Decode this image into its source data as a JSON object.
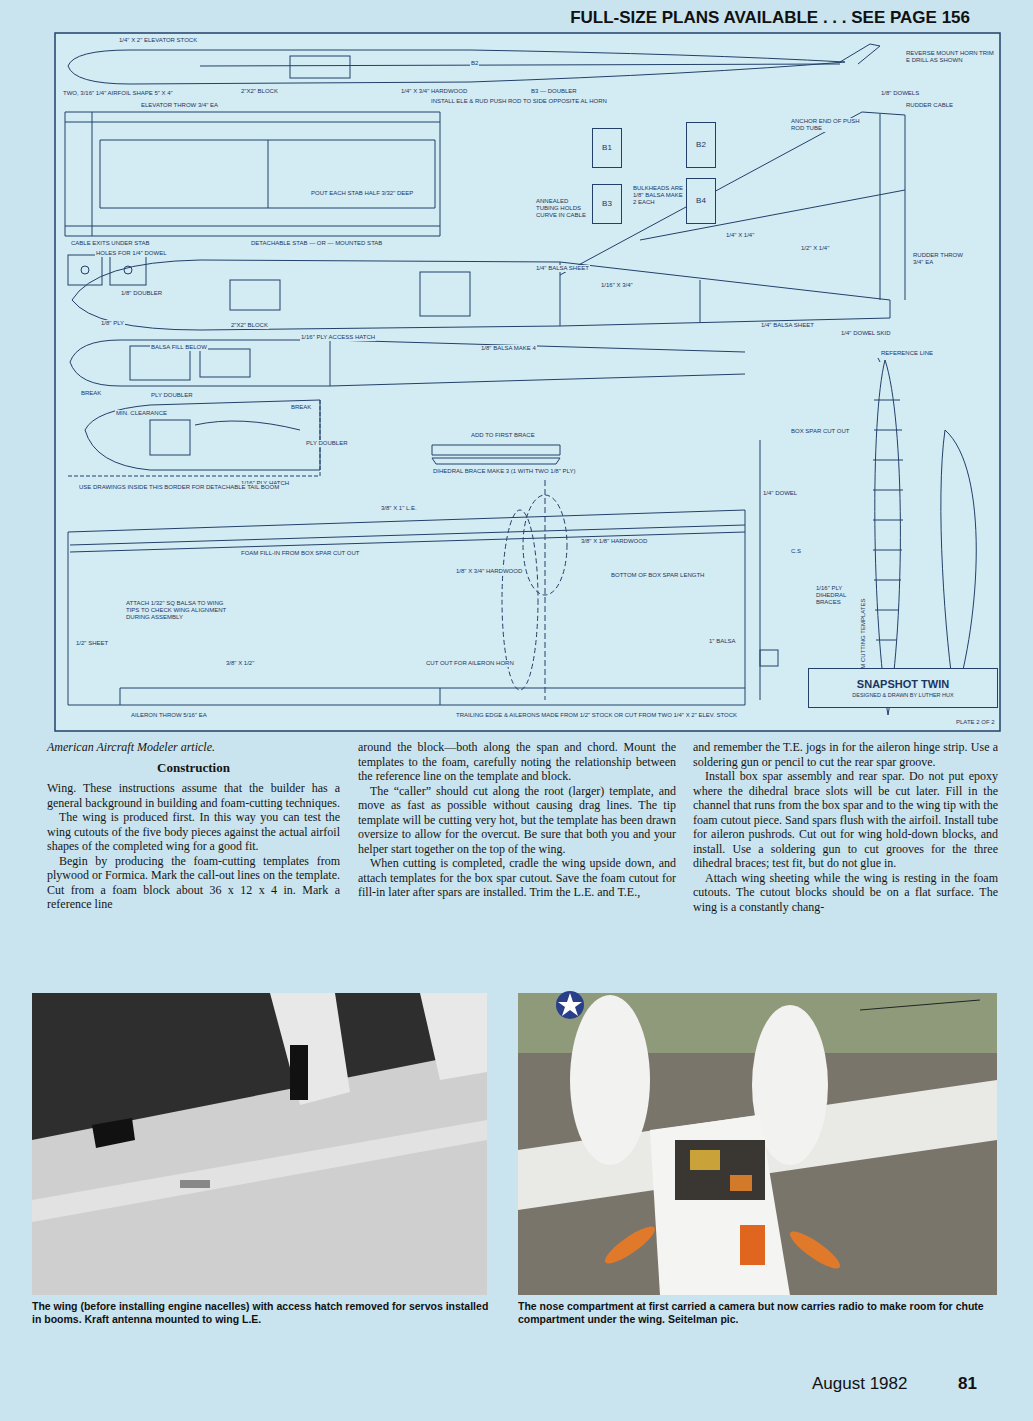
{
  "diagram": {
    "title": "FULL-SIZE PLANS AVAILABLE . . . SEE PAGE 156",
    "nodes": [
      {
        "text": [
          "SNAPSHOT TWIN",
          "DESIGNED & DRAWN BY LUTHER HUX"
        ]
      },
      {
        "text": [
          "B1"
        ]
      },
      {
        "text": [
          "B2"
        ]
      },
      {
        "text": [
          "B3"
        ]
      },
      {
        "text": [
          "B4"
        ]
      }
    ],
    "labels": [
      "1/4\" X 2\" ELEVATOR STOCK",
      "TWO, 3/16\" 1/4\" AIRFOIL SHAPE 5\" X 4\"",
      "2\"X2\" BLOCK",
      "1/4\" X 3/4\" HARDWOOD",
      "B2",
      "B3 — DOUBLER",
      "INSTALL ELE & RUD PUSH ROD TO SIDE OPPOSITE AL HORN",
      "REVERSE MOUNT HORN TRIM E DRILL AS SHOWN",
      "1/8\" DOWELS",
      "RUDDER CABLE",
      "ELEVATOR THROW 3/4\" EA",
      "ANCHOR END OF PUSH ROD TUBE",
      "POUT EACH STAB HALF 3/32\" DEEP",
      "BULKHEADS ARE 1/8\" BALSA MAKE 2 EACH",
      "ANNEALED TUBING HOLDS CURVE IN CABLE",
      "1/4\" X 1/4\"",
      "CABLE EXITS UNDER STAB",
      "DETACHABLE STAB — OR — MOUNTED STAB",
      "1/2\" X 1/4\"",
      "RUDDER THROW 3/4\" EA",
      "HOLES FOR 1/4\" DOWEL",
      "1/8\" DOUBLER",
      "1/4\" BALSA SHEET",
      "1/16\" X 3/4\"",
      "1/8\" PLY",
      "2\"X2\" BLOCK",
      "1/16\" PLY ACCESS HATCH",
      "1/4\" BALSA SHEET",
      "1/4\" DOWEL SKID",
      "BALSA FILL BELOW",
      "1/8\" BALSA MAKE 4",
      "REFERENCE LINE",
      "BREAK",
      "PLY DOUBLER",
      "MIN. CLEARANCE",
      "BREAK",
      "PLY DOUBLER",
      "1/16\" PLY HATCH",
      "USE DRAWINGS INSIDE THIS BORDER FOR DETACHABLE TAIL BOOM",
      "ADD TO FIRST BRACE",
      "DIHEDRAL BRACE MAKE 3 (1 WITH TWO 1/8\" PLY)",
      "BOX SPAR CUT OUT",
      "3/8\" X 1\" L.E.",
      "1/4\" DOWEL",
      "FOAM FILL-IN FROM BOX SPAR CUT OUT",
      "1/8\" X 3/4\" HARDWOOD",
      "3/8\" X 1/8\" HARDWOOD",
      "BOTTOM OF BOX SPAR LENGTH",
      "C.S",
      "ATTACH 1/32\" SQ BALSA TO WING TIPS TO CHECK WING ALIGNMENT DURING ASSEMBLY",
      "1/16\" PLY DIHEDRAL BRACES",
      "WING FOAM CUTTING TEMPLATES",
      "1/2\" SHEET",
      "1\" BALSA",
      "3/8\" X 1/2\"",
      "CUT OUT FOR AILERON HORN",
      "AILERON THROW 5/16\" EA",
      "TRAILING EDGE & AILERONS MADE FROM 1/2\" STOCK OR CUT FROM TWO 1/4\" X 2\" ELEV. STOCK",
      "PLATE 2 OF 2",
      "American Aircraft Modeler article.",
      "Construction",
      "Wing. These instructions assume that the builder has a general background in building and foam-cutting techniques.",
      "The wing is produced first. In this way you can test the wing cutouts of the five body pieces against the actual airfoil shapes of the completed wing for a good fit.",
      "Begin by producing the foam-cutting templates from plywood or Formica. Mark the call-out lines on the template. Cut from a foam block about 36 x 12 x 4 in. Mark a reference line",
      "around the block—both along the span and chord. Mount the templates to the foam, carefully noting the relationship between the reference line on the template and block.",
      "The “caller” should cut along the root (larger) template, and move as fast as possible without causing drag lines. The tip template will be cutting very hot, but the template has been drawn oversize to allow for the overcut. Be sure that both you and your helper start together on the top of the wing.",
      "When cutting is completed, cradle the wing upside down, and attach templates for the box spar cutout. Save the foam cutout for fill-in later after spars are installed. Trim the L.E. and T.E.,",
      "and remember the T.E. jogs in for the aileron hinge strip. Use a soldering gun or pencil to cut the rear spar groove.",
      "Install box spar assembly and rear spar. Do not put epoxy where the dihedral brace slots will be cut later. Fill in the channel that runs from the box spar and to the wing tip with the foam cutout piece. Sand spars flush with the airfoil. Install tube for aileron pushrods. Cut out for wing hold-down blocks, and install. Use a soldering gun to cut grooves for the three dihedral braces; test fit, but do not glue in.",
      "Attach wing sheeting while the wing is resting in the foam cutouts. The cutout blocks should be on a flat surface. The wing is a constantly chang-",
      "The wing (before installing engine nacelles) with access hatch removed for servos installed in booms. Kraft antenna mounted to wing L.E.",
      "The nose compartment at first carried a camera but now carries radio to make room for chute compartment under the wing. Seitelman pic.",
      "August 1982",
      "81"
    ]
  }
}
